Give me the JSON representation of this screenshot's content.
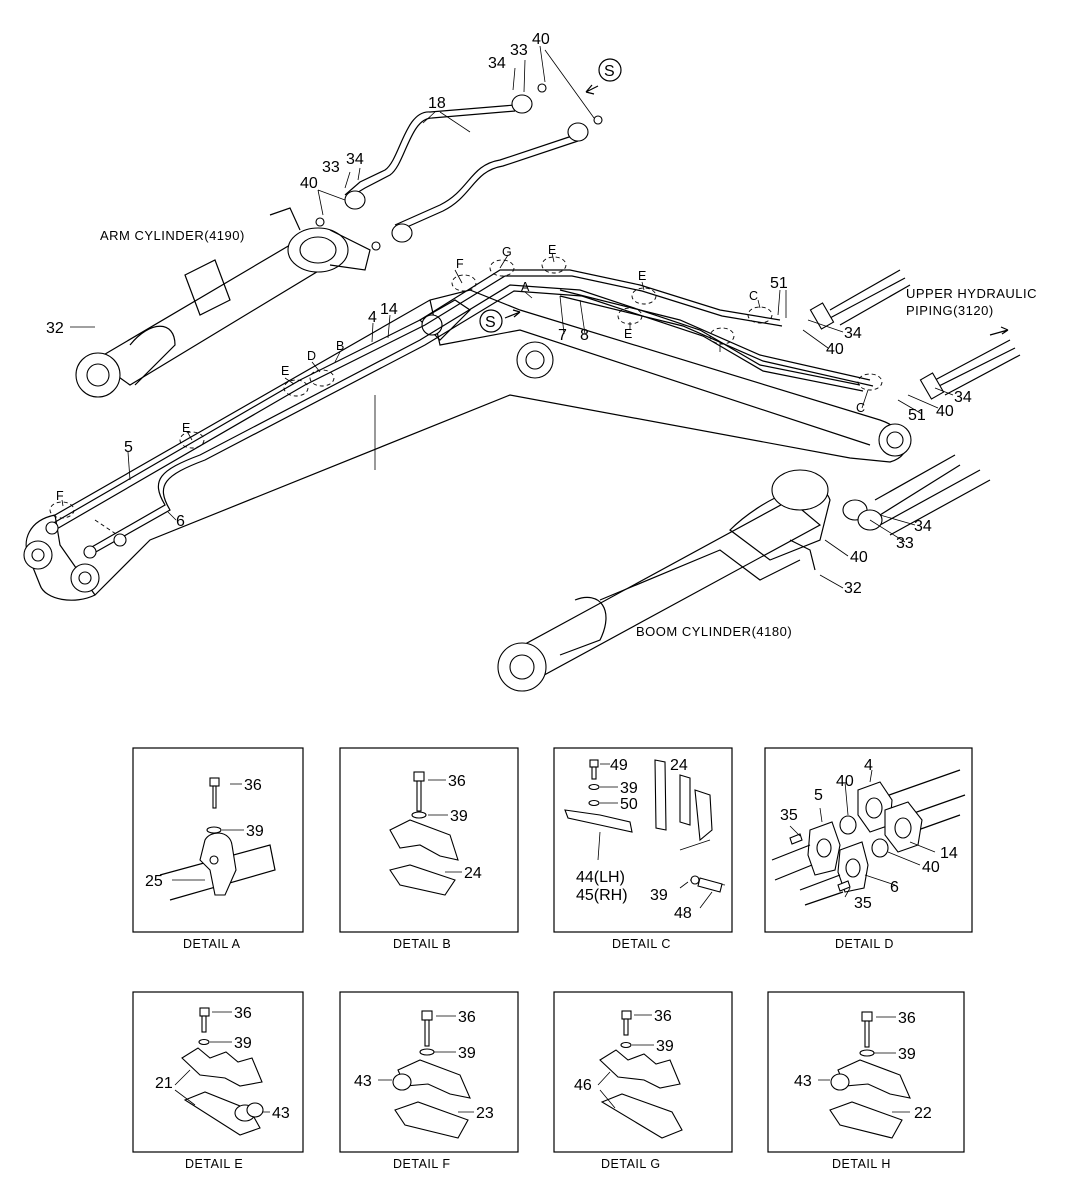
{
  "main": {
    "labels": {
      "arm_cylinder": "ARM CYLINDER(4190)",
      "boom_cylinder": "BOOM CYLINDER(4180)",
      "upper_line1": "UPPER HYDRAULIC",
      "upper_line2": "PIPING(3120)",
      "s_mark": "S",
      "s_mark2": "S",
      "n18": "18",
      "n34a": "34",
      "n33a": "33",
      "n40a": "40",
      "n40b": "40",
      "n33b": "33",
      "n34b": "34",
      "n32a": "32",
      "n4": "4",
      "n14": "14",
      "n5": "5",
      "n6": "6",
      "n7": "7",
      "n8": "8",
      "n51a": "51",
      "n51b": "51",
      "n34c": "34",
      "n40c": "40",
      "n34d": "34",
      "n40d": "40",
      "n34e": "34",
      "n33e": "33",
      "n40e": "40",
      "n32b": "32",
      "lA": "A",
      "lB": "B",
      "lC1": "C",
      "lC2": "C",
      "lD": "D",
      "lE1": "E",
      "lE2": "E",
      "lE3": "E",
      "lE4": "E",
      "lE5": "E",
      "lF1": "F",
      "lF2": "F",
      "lG": "G"
    }
  },
  "details": [
    {
      "caption": "DETAIL  A",
      "labels": {
        "a1": "36",
        "a2": "39",
        "a3": "25"
      }
    },
    {
      "caption": "DETAIL  B",
      "labels": {
        "a1": "36",
        "a2": "39",
        "a3": "24"
      }
    },
    {
      "caption": "DETAIL  C",
      "labels": {
        "a1": "49",
        "a2": "39",
        "a3": "50",
        "a4": "24",
        "a5": "44(LH)",
        "a6": "45(RH)",
        "a7": "39",
        "a8": "48"
      }
    },
    {
      "caption": "DETAIL  D",
      "labels": {
        "a1": "4",
        "a2": "40",
        "a3": "5",
        "a4": "35",
        "a5": "14",
        "a6": "40",
        "a7": "6",
        "a8": "35"
      }
    },
    {
      "caption": "DETAIL  E",
      "labels": {
        "a1": "36",
        "a2": "39",
        "a3": "21",
        "a4": "43"
      }
    },
    {
      "caption": "DETAIL  F",
      "labels": {
        "a1": "36",
        "a2": "39",
        "a3": "43",
        "a4": "23"
      }
    },
    {
      "caption": "DETAIL  G",
      "labels": {
        "a1": "36",
        "a2": "39",
        "a3": "46"
      }
    },
    {
      "caption": "DETAIL  H",
      "labels": {
        "a1": "36",
        "a2": "39",
        "a3": "43",
        "a4": "22"
      }
    }
  ]
}
